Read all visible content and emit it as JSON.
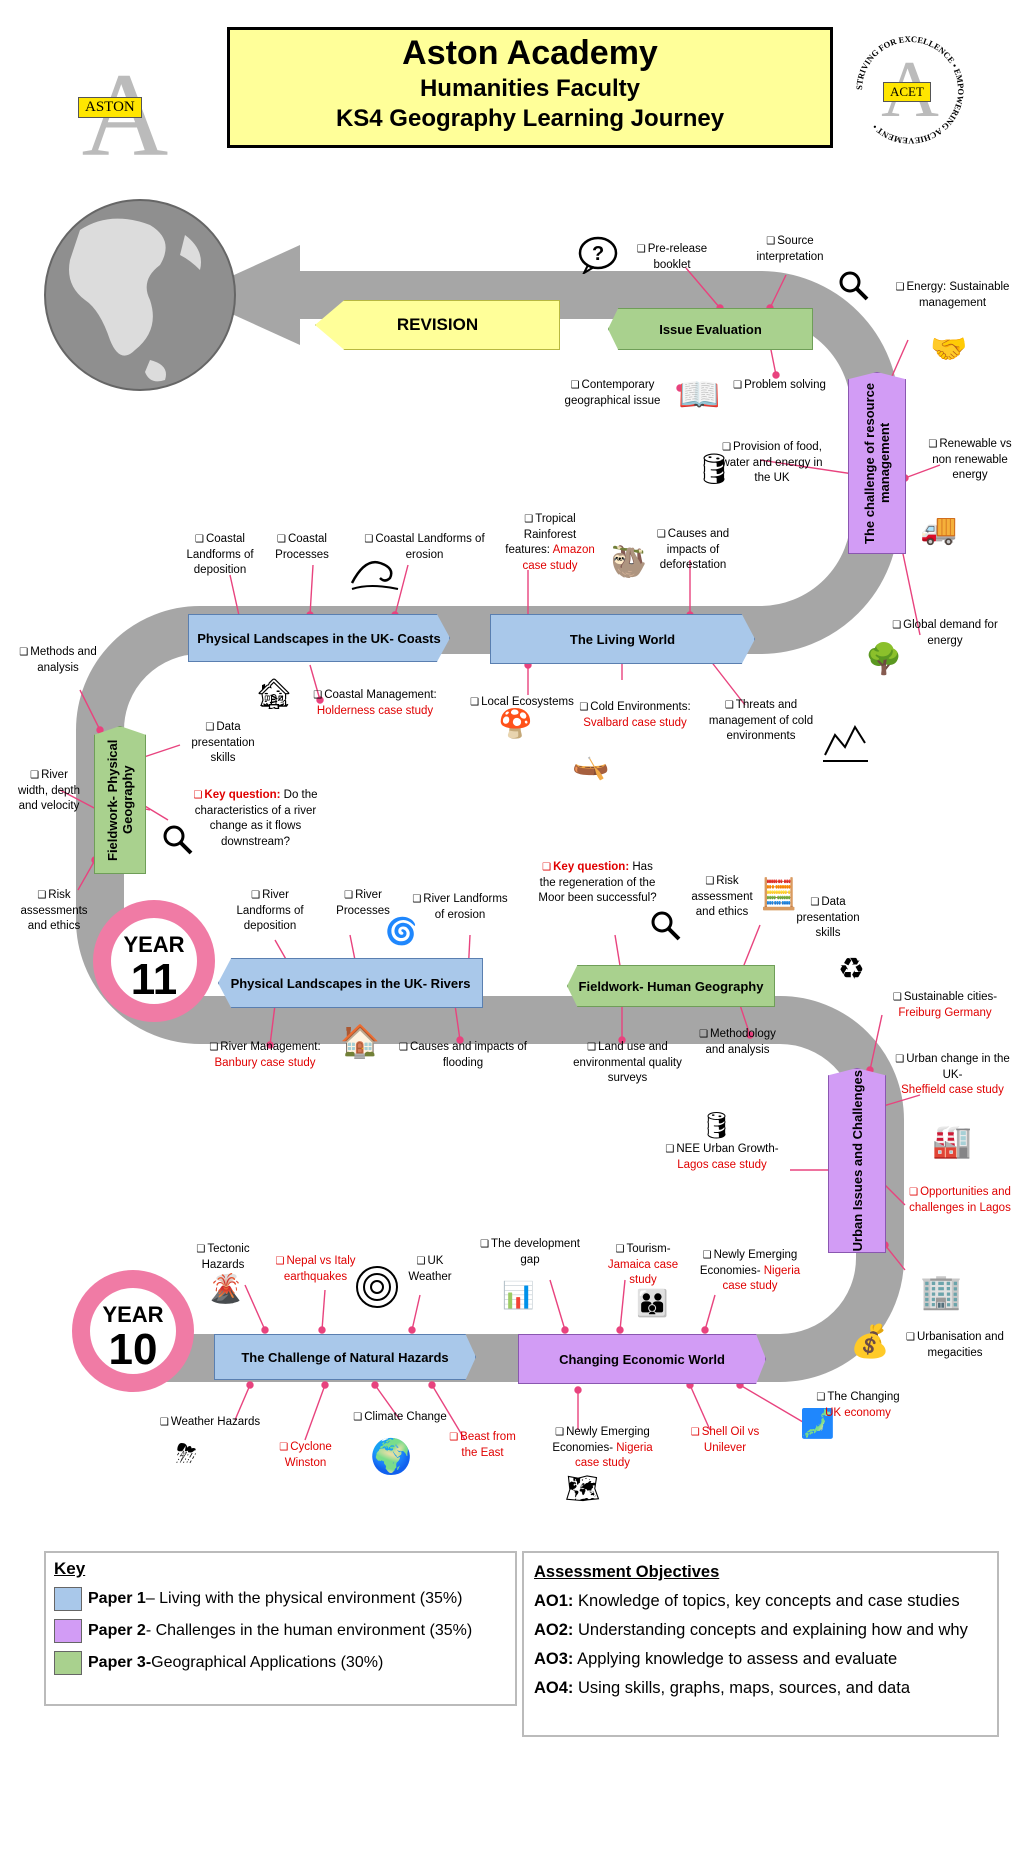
{
  "header": {
    "title": "Aston Academy",
    "subtitle": "Humanities Faculty",
    "subtitle2": "KS4 Geography Learning Journey"
  },
  "logos": {
    "left_tag": "ASTON",
    "left_letter": "A",
    "right_tag": "ACET",
    "right_letter": "A",
    "right_ring": "STRIVING FOR EXCELLENCE • EMPOWERING ACHIEVEMENT •"
  },
  "colors": {
    "paper1": "#a9c8ea",
    "paper2": "#d29cf5",
    "paper3": "#a9d18e",
    "road": "#a6a6a6",
    "year_ring": "#f07ba5",
    "connector": "#e8437e",
    "revision": "#ffff99"
  },
  "years": {
    "y10_word": "YEAR",
    "y10_num": "10",
    "y11_word": "YEAR",
    "y11_num": "11"
  },
  "topics": {
    "revision": "REVISION",
    "issue_evaluation": "Issue Evaluation",
    "resource_management": "The challenge of resource management",
    "coasts": "Physical Landscapes in the UK- Coasts",
    "living_world": "The Living World",
    "fieldwork_physical": "Fieldwork- Physical Geography",
    "rivers": "Physical Landscapes in the UK- Rivers",
    "fieldwork_human": "Fieldwork- Human Geography",
    "urban": "Urban Issues and Challenges",
    "hazards": "The Challenge of Natural Hazards",
    "economic": "Changing Economic World"
  },
  "labels": {
    "pre_release": "Pre-release booklet",
    "source": "Source interpretation",
    "energy": "Energy: Sustainable management",
    "contemporary": "Contemporary geographical issue",
    "problem": "Problem solving",
    "provision": "Provision of food, water and energy in the UK",
    "renewable": "Renewable vs non renewable energy",
    "global_demand": "Global demand for energy",
    "coastal_deposition": "Coastal Landforms of deposition",
    "coastal_processes": "Coastal Processes",
    "coastal_erosion": "Coastal Landforms of erosion",
    "tropical": "Tropical Rainforest features: ",
    "tropical_red": "Amazon case study",
    "deforestation": "Causes and impacts of deforestation",
    "methods": "Methods and analysis",
    "coastal_mgmt": "Coastal Management:",
    "coastal_mgmt_red": "Holderness case study",
    "local_eco": "Local Ecosystems",
    "cold_env": "Cold Environments:",
    "cold_env_red": "Svalbard case study",
    "threats": "Threats and management of cold environments",
    "data_skills": "Data presentation skills",
    "river_width": "River width, depth and velocity",
    "key_q1_label": "Key question:",
    "key_q1": " Do the characteristics of a river change as it flows downstream?",
    "risk1": "Risk assessments and ethics",
    "key_q2_label": "Key question:",
    "key_q2": " Has the regeneration of the Moor been successful?",
    "risk2": "Risk assessment and ethics",
    "data2": "Data presentation skills",
    "river_deposition": "River Landforms of deposition",
    "river_processes": "River Processes",
    "river_erosion": "River Landforms of erosion",
    "river_mgmt": "River Management:",
    "river_mgmt_red": "Banbury case study",
    "flooding": "Causes and impacts of flooding",
    "land_use": "Land use and environmental quality surveys",
    "methodology": "Methodology and analysis",
    "sustainable": "Sustainable cities-",
    "sustainable_red": "Freiburg Germany",
    "urban_change": "Urban change in the UK-",
    "urban_change_red": "Sheffield case study",
    "nee_urban": "NEE Urban Growth-",
    "nee_urban_red": "Lagos case study",
    "opportunities_red": "Opportunities and challenges in Lagos",
    "urbanisation": "Urbanisation and megacities",
    "tectonic": "Tectonic Hazards",
    "nepal_red": "Nepal vs Italy earthquakes",
    "uk_weather": "UK Weather",
    "dev_gap": "The development gap",
    "tourism": "Tourism-",
    "tourism_red": "Jamaica case study",
    "nee1": "Newly Emerging Economies-",
    "nee1_red": "Nigeria case study",
    "weather": "Weather Hazards",
    "cyclone_red": "Cyclone Winston",
    "climate": "Climate Change",
    "beast_red": "Beast from the East",
    "nee2": "Newly Emerging Economies-",
    "nee2_red": "Nigeria case study",
    "shell_red": "Shell Oil vs Unilever",
    "changing_uk": "The Changing",
    "changing_uk_red": "UK economy"
  },
  "key": {
    "title": "Key",
    "items": [
      {
        "bold": "Paper 1",
        "text": " – Living with the physical environment (35%)",
        "color": "#a9c8ea"
      },
      {
        "bold": "Paper 2 ",
        "text": " - Challenges in the human environment (35%)",
        "color": "#d29cf5"
      },
      {
        "bold": "Paper 3-",
        "text": " Geographical Applications (30%)",
        "color": "#a9d18e"
      }
    ]
  },
  "assessment": {
    "title": "Assessment Objectives",
    "items": [
      {
        "code": "AO1:",
        "text": " Knowledge of topics, key concepts and case studies"
      },
      {
        "code": "AO2:",
        "text": " Understanding concepts and explaining how and why"
      },
      {
        "code": "AO3:",
        "text": " Applying knowledge to assess and evaluate"
      },
      {
        "code": "AO4:",
        "text": " Using skills, graphs, maps, sources, and data"
      }
    ]
  }
}
